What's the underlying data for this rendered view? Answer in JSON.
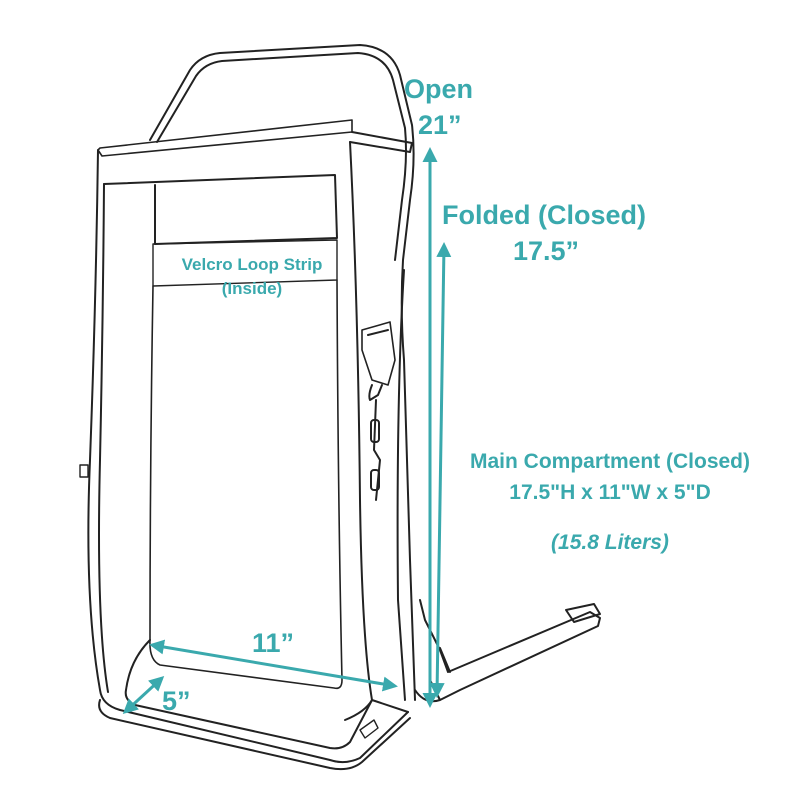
{
  "colors": {
    "accent": "#3aa9ad",
    "line": "#222222",
    "background": "#ffffff"
  },
  "labels": {
    "open": "Open",
    "open_value": "21”",
    "folded": "Folded (Closed)",
    "folded_value": "17.5”",
    "velcro": "Velcro Loop Strip",
    "velcro_note": "(Inside)",
    "main_title": "Main Compartment (Closed)",
    "main_dims": "17.5\"H x 11\"W x 5\"D",
    "main_volume": "(15.8 Liters)",
    "width": "11”",
    "depth": "5”"
  }
}
